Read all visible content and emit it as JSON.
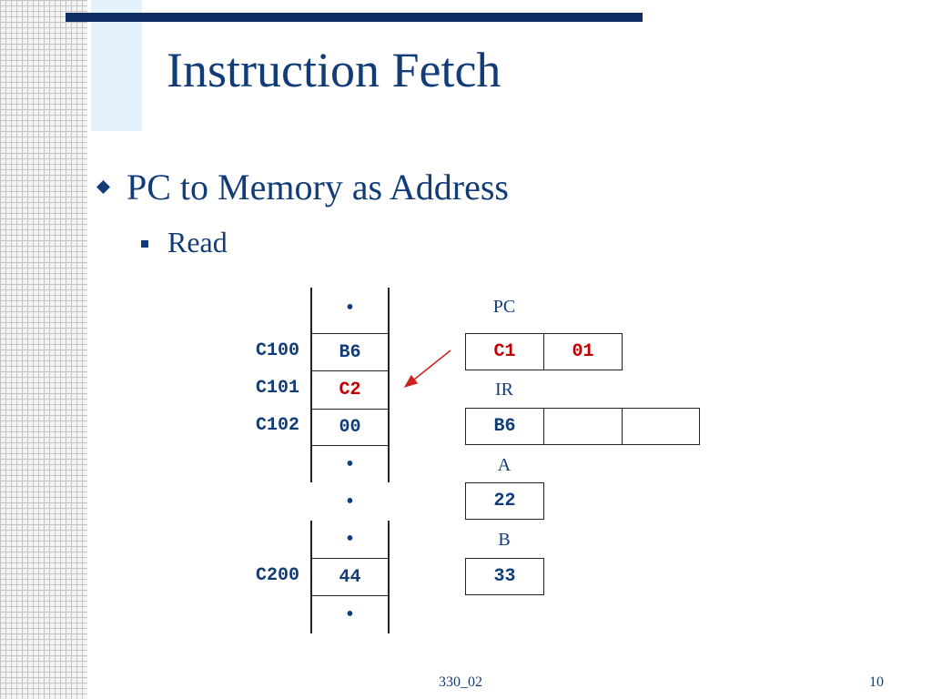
{
  "slide": {
    "title": "Instruction Fetch",
    "bullet_1": "PC to Memory as Address",
    "bullet_2": "Read",
    "footer_center": "330_02",
    "page_number": "10"
  },
  "memory": {
    "rows": [
      {
        "address": "",
        "value": "•",
        "highlight": false
      },
      {
        "address": "C100",
        "value": "B6",
        "highlight": false
      },
      {
        "address": "C101",
        "value": "C2",
        "highlight": true
      },
      {
        "address": "C102",
        "value": "00",
        "highlight": false
      },
      {
        "address": "",
        "value": "•",
        "highlight": false
      },
      {
        "address": "",
        "value": "•",
        "highlight": false
      },
      {
        "address": "",
        "value": "•",
        "highlight": false
      },
      {
        "address": "C200",
        "value": "44",
        "highlight": false
      },
      {
        "address": "",
        "value": "•",
        "highlight": false
      }
    ]
  },
  "registers": {
    "pc": {
      "label": "PC",
      "cells": [
        "C1",
        "01"
      ]
    },
    "ir": {
      "label": "IR",
      "cells": [
        "B6",
        "",
        ""
      ]
    },
    "a": {
      "label": "A",
      "cells": [
        "22"
      ]
    },
    "b": {
      "label": "B",
      "cells": [
        "33"
      ]
    }
  },
  "colors": {
    "text": "#123c78",
    "highlight": "#c00000",
    "bar": "#0d2d63",
    "arrow": "#cc2222"
  }
}
